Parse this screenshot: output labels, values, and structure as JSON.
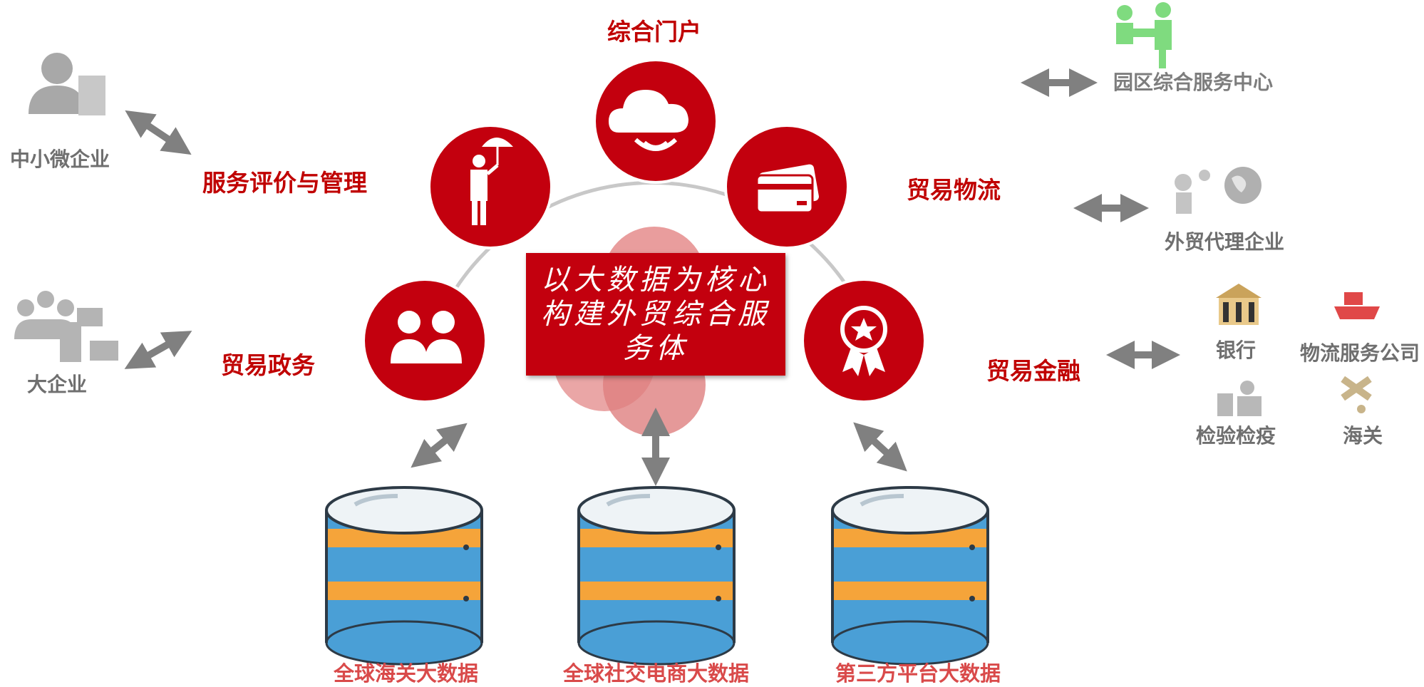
{
  "core": {
    "text": "以大数据为核心构建外贸综合服务体"
  },
  "nodes": {
    "portal": "综合门户",
    "evaluation": "服务评价与管理",
    "logistics": "贸易物流",
    "government": "贸易政务",
    "finance": "贸易金融"
  },
  "left_entities": {
    "sme": "中小微企业",
    "large": "大企业"
  },
  "right_entities": {
    "park": "园区综合服务中心",
    "agent": "外贸代理企业",
    "bank": "银行",
    "logistics_company": "物流服务公司",
    "inspection": "检验检疫",
    "customs": "海关"
  },
  "databases": [
    {
      "label": "全球海关大数据"
    },
    {
      "label": "全球社交电商大数据"
    },
    {
      "label": "第三方平台大数据"
    }
  ],
  "colors": {
    "accent_red": "#c3000e",
    "db_blue": "#4a9fd6",
    "db_orange": "#f5a43a",
    "arrow_gray": "#808080"
  }
}
